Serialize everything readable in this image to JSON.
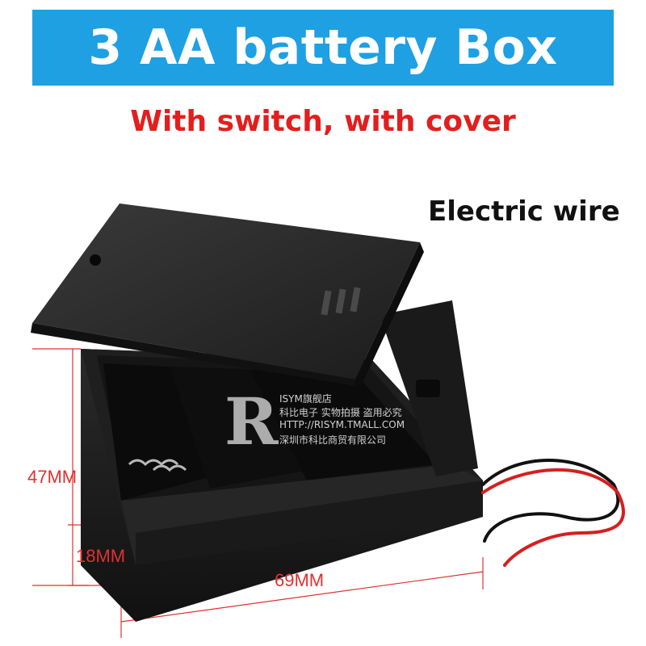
{
  "title": "3 AA battery Box",
  "subtitle": "With switch, with cover",
  "callout": "Electric wire",
  "dimensions": {
    "height": "47MM",
    "depth": "18MM",
    "width": "69MM"
  },
  "watermark": {
    "logo_letter": "R",
    "line1": "ISYM旗舰店",
    "line2": "科比电子 实物拍摄 盗用必究",
    "line3": "HTTP://RISYM.TMALL.COM",
    "line4": "深圳市科比商贸有限公司"
  },
  "colors": {
    "title_bar": "#1ea0e3",
    "subtitle": "#e31e1e",
    "dimension": "#e0312f"
  }
}
